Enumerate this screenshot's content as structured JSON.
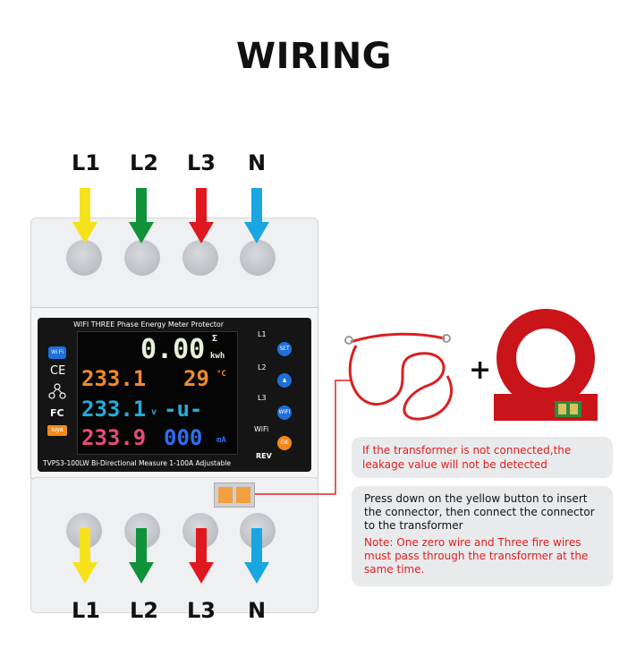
{
  "title": "WIRING",
  "phases_top": [
    "L1",
    "L2",
    "L3",
    "N"
  ],
  "phases_bottom": [
    "L1",
    "L2",
    "L3",
    "N"
  ],
  "colors": {
    "L1": "#f5e21b",
    "L2": "#10923a",
    "L3": "#e0171f",
    "N": "#1aa6e0",
    "callout_red": "#e02020",
    "ct_red": "#c9141a"
  },
  "device": {
    "header": "WIFI THREE Phase Energy Meter Protector",
    "footer": "TVPS3-100LW Bi-Directional Measure   1-100A Adjustable",
    "icons": [
      "wifi-logo",
      "ce-mark",
      "tuya-network",
      "fc-mark",
      "tuya-logo"
    ],
    "wifi_badge": "Wi Fi",
    "fc_mark": "FC",
    "tuya_label": "tuya",
    "ce_mark": "CE",
    "display": {
      "energy": "0.00",
      "energy_unit": "kwh",
      "energy_sigma": "Σ",
      "voltage1": "233.1",
      "temperature": "29",
      "temp_unit": "°C",
      "voltage2": "233.1",
      "v_unit": "v",
      "dash": "-u-",
      "voltage3": "233.9",
      "leakage": "000",
      "leakage_unit": "mA"
    },
    "buttons": [
      {
        "line": "L1",
        "label": "SET"
      },
      {
        "line": "L2",
        "label": "▲"
      },
      {
        "line": "L3",
        "label": "WIFI"
      },
      {
        "line": "WiFi",
        "label": "OK"
      }
    ],
    "rev_label": "REV"
  },
  "plus": "+",
  "callout1": {
    "text": "If the transformer is not connected,the leakage value will not be detected"
  },
  "callout2": {
    "text": "Press down on the yellow button to insert the connector, then connect the connector to the transformer",
    "note": "Note: One zero wire and Three fire wires must pass through the transformer at the same time."
  }
}
